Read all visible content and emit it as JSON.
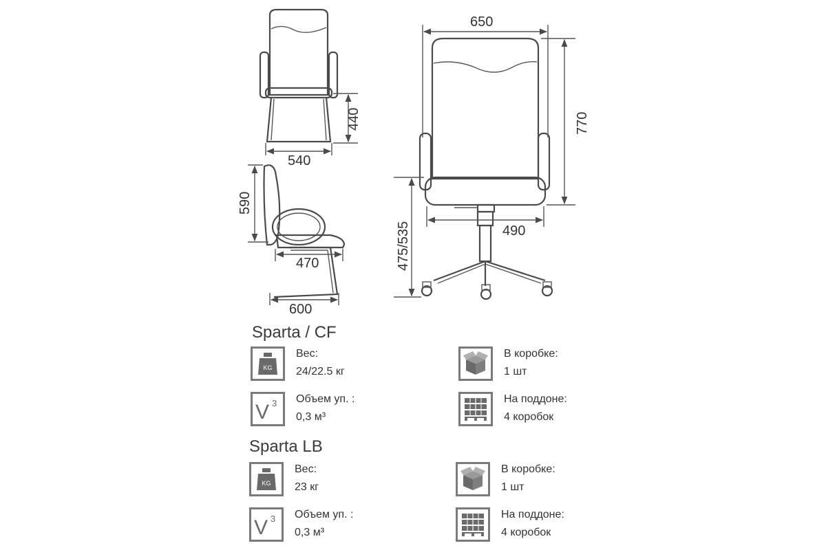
{
  "dimensions": {
    "front_width": "650",
    "front_height": "770",
    "seat_height": "475/535",
    "seat_width": "490",
    "visitor_width": "540",
    "visitor_seat_height": "440",
    "side_back_height": "590",
    "side_seat_depth": "470",
    "side_depth": "600"
  },
  "products": [
    {
      "name": "Sparta / CF",
      "weight_label": "Вес:",
      "weight_value": "24/22.5 кг",
      "volume_label": "Объем уп. :",
      "volume_value": "0,3 м³",
      "box_label": "В коробке:",
      "box_value": "1 шт",
      "pallet_label": "На поддоне:",
      "pallet_value": "4 коробок"
    },
    {
      "name": "Sparta LB",
      "weight_label": "Вес:",
      "weight_value": "23 кг",
      "volume_label": "Объем уп. :",
      "volume_value": "0,3 м³",
      "box_label": "В коробке:",
      "box_value": "1 шт",
      "pallet_label": "На поддоне:",
      "pallet_value": "4 коробок"
    }
  ],
  "icons": {
    "weight": "kg-weight-icon",
    "weight_text": "KG",
    "volume": "volume-cube-icon",
    "volume_text": "V",
    "volume_sup": "3",
    "box": "box-icon",
    "pallet": "pallet-icon"
  }
}
